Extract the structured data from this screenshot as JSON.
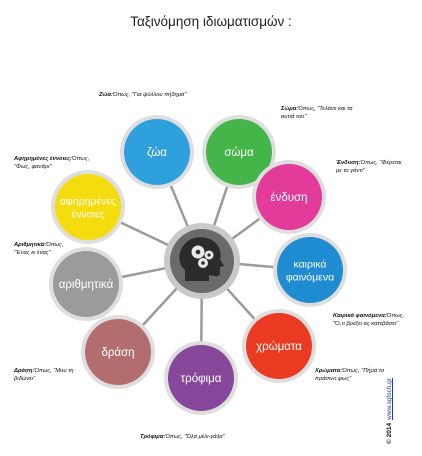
{
  "title": "Ταξινόμηση ιδιωματισμών :",
  "colors": {
    "center_fill": "#6a6a6a",
    "center_ring": "#c9c9c9",
    "spoke": "#9b9b9b",
    "node_ring": "#dedede"
  },
  "center": {
    "icon": "head-with-gears-icon"
  },
  "nodes": [
    {
      "id": "zoa",
      "label": [
        "ζώα"
      ],
      "color": "#2ea0dc"
    },
    {
      "id": "soma",
      "label": [
        "σώμα"
      ],
      "color": "#43b549"
    },
    {
      "id": "endysi",
      "label": [
        "ένδυση"
      ],
      "color": "#e23b9a"
    },
    {
      "id": "kairika",
      "label": [
        "καιρικά",
        "φαινόμενα"
      ],
      "color": "#1f8bd0"
    },
    {
      "id": "chromata",
      "label": [
        "χρώματα"
      ],
      "color": "#ea3a22"
    },
    {
      "id": "trofima",
      "label": [
        "τρόφιμα"
      ],
      "color": "#87479a"
    },
    {
      "id": "drasi",
      "label": [
        "δράση"
      ],
      "color": "#b26e6e"
    },
    {
      "id": "arithmitika",
      "label": [
        "αριθμητικά"
      ],
      "color": "#9b9b9b"
    },
    {
      "id": "afirimenes",
      "label": [
        "αφηρημένες",
        "έννοιες"
      ],
      "color": "#f5dc0f"
    }
  ],
  "captions": {
    "zoa": {
      "bold": "Ζώα:",
      "text": "Όπως, \"Για ψύλλου πήδημα\""
    },
    "soma": {
      "bold": "Σώμα:",
      "text": "Όπως, \"Τελάνε και τα αυτιά του\""
    },
    "endysi": {
      "bold": "Ένδυση:",
      "text": "Όπως, \"Φέρεται με το γάντι\""
    },
    "kairika": {
      "bold": "Καιρικά φαινόμενα:",
      "text": "Όπως, \"Ό,τι βρέξει ας κατεβάσει\""
    },
    "chromata": {
      "bold": "Χρώματα:",
      "text": "Όπως, \"Πήρα το πράσινο φως\""
    },
    "trofima": {
      "bold": "Τρόφιμα:",
      "text": "Όπως, \"Όλα μέλι-γάλα\""
    },
    "drasi": {
      "bold": "Δράση:",
      "text": "Όπως, \"Μου τη βιδώνει\""
    },
    "arithmitika": {
      "bold": "Αριθμητικά:",
      "text": "Όπως, \"Ένας κι ένας\""
    },
    "afirimenes": {
      "bold": "Αφηρημένες έννοιες:",
      "text": "Όπως, \"Φως, φανάρι\""
    }
  },
  "copyright": {
    "text": "© 2014",
    "url": "www.sgfsch.gr"
  }
}
